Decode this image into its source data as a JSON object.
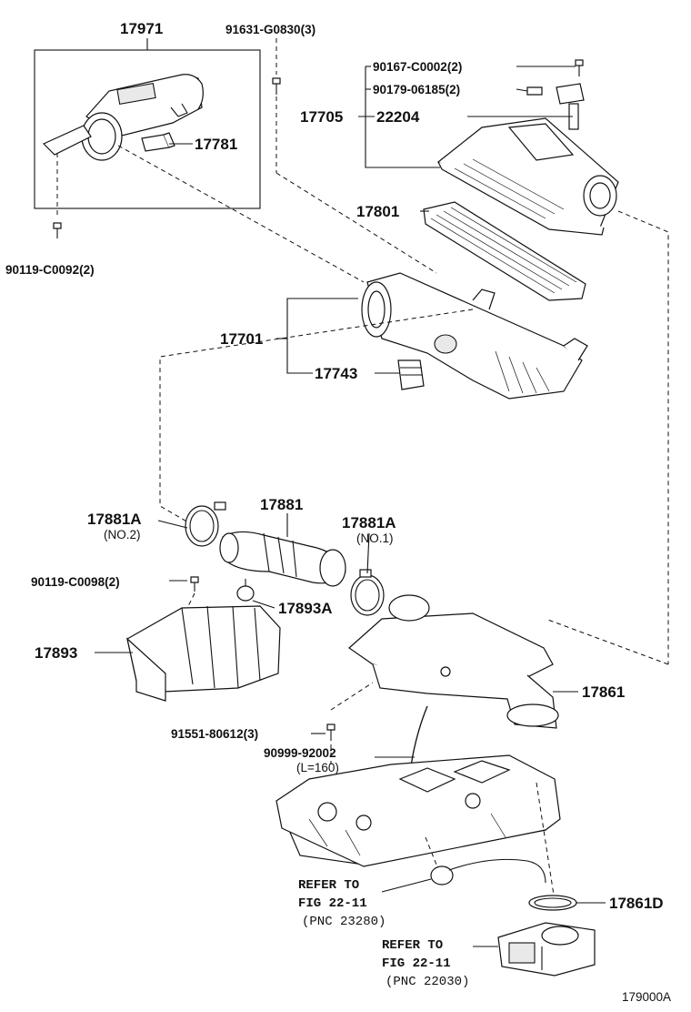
{
  "labels": {
    "p17971": "17971",
    "p91631": "91631-G0830(3)",
    "p17781": "17781",
    "p90119a": "90119-C0092(2)",
    "p90167": "90167-C0002(2)",
    "p90179": "90179-06185(2)",
    "p17705": "17705",
    "p22204": "22204",
    "p17801": "17801",
    "p17701": "17701",
    "p17743": "17743",
    "p17881a_no2": "17881A",
    "no2": "(NO.2)",
    "p17881": "17881",
    "p17881a_no1": "17881A",
    "no1": "(NO.1)",
    "p90119b": "90119-C0098(2)",
    "p17893a": "17893A",
    "p17893": "17893",
    "p17861": "17861",
    "p91551": "91551-80612(3)",
    "p90999": "90999-92002",
    "l160": "(L=160)",
    "p17861d": "17861D",
    "refer1_a": "REFER TO",
    "refer1_b": "FIG 22-11",
    "refer1_c": "(PNC 23280)",
    "refer2_a": "REFER TO",
    "refer2_b": "FIG 22-11",
    "refer2_c": "(PNC 22030)",
    "figure_id": "179000A"
  }
}
